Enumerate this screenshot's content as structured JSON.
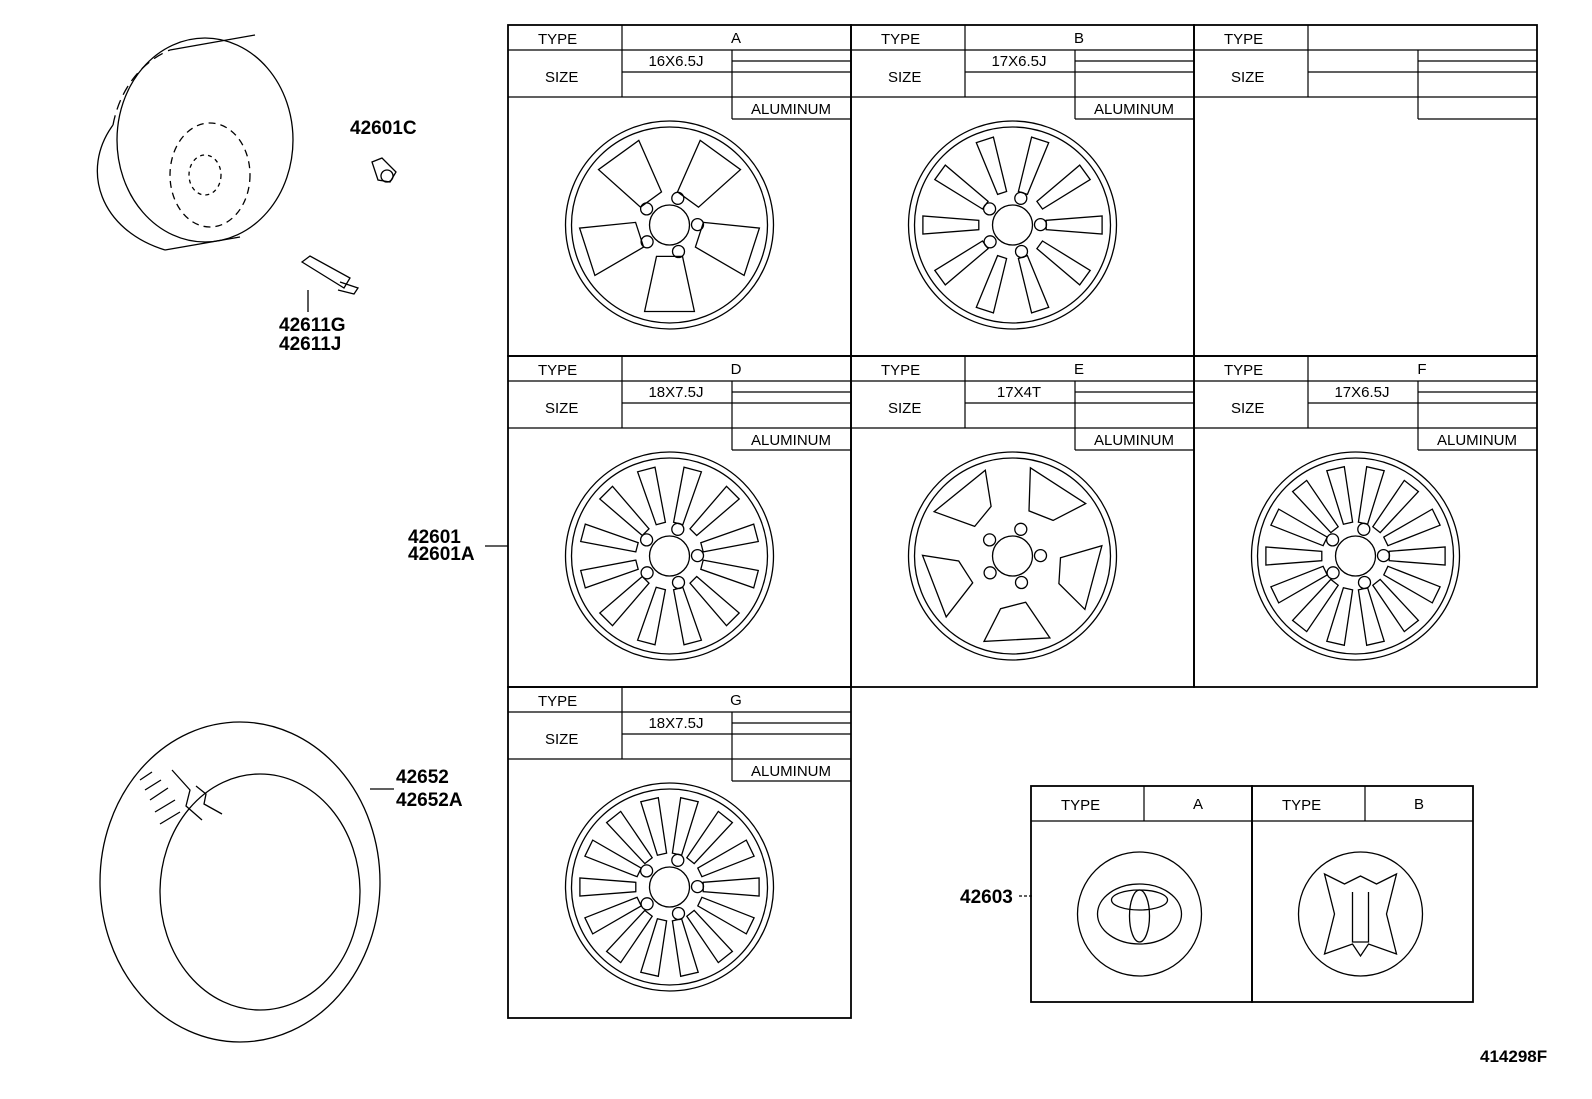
{
  "diagram_id": "414298F",
  "part_numbers": {
    "valve_cap": "42601C",
    "valve_1": "42611G",
    "valve_2": "42611J",
    "wheel_1": "42601",
    "wheel_2": "42601A",
    "tire_1": "42652",
    "tire_2": "42652A",
    "ornament": "42603"
  },
  "table_labels": {
    "type": "TYPE",
    "size": "SIZE"
  },
  "wheels": [
    {
      "type": "A",
      "size": "16X6.5J",
      "material": "ALUMINUM"
    },
    {
      "type": "B",
      "size": "17X6.5J",
      "material": "ALUMINUM"
    },
    {
      "type": "",
      "size": "",
      "material": ""
    },
    {
      "type": "D",
      "size": "18X7.5J",
      "material": "ALUMINUM"
    },
    {
      "type": "E",
      "size": "17X4T",
      "material": "ALUMINUM"
    },
    {
      "type": "F",
      "size": "17X6.5J",
      "material": "ALUMINUM"
    },
    {
      "type": "G",
      "size": "18X7.5J",
      "material": "ALUMINUM"
    }
  ],
  "ornaments": [
    {
      "type": "A"
    },
    {
      "type": "B"
    }
  ]
}
